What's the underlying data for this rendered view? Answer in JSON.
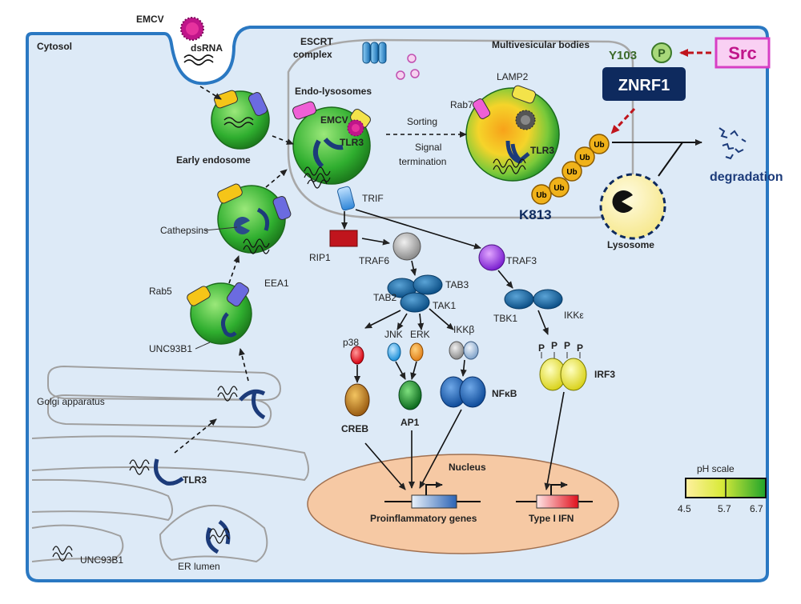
{
  "labels": {
    "cytosol": "Cytosol",
    "emcv_top": "EMCV",
    "dsrna": "dsRNA",
    "escrt": "ESCRT",
    "complex": "complex",
    "mvb": "Multivesicular bodies",
    "y103": "Y103",
    "p": "P",
    "src": "Src",
    "znrf1": "ZNRF1",
    "lamp2": "LAMP2",
    "rab7": "Rab7",
    "endolyso": "Endo-lysosomes",
    "emcv_inner": "EMCV",
    "tlr3_endo": "TLR3",
    "sorting": "Sorting",
    "signal": "Signal",
    "termination": "termination",
    "tlr3_mvb": "TLR3",
    "ub": "Ub",
    "k813": "K813",
    "degradation": "degradation",
    "lysosome": "Lysosome",
    "early_endosome": "Early endosome",
    "trif": "TRIF",
    "cathepsins": "Cathepsins",
    "rab5": "Rab5",
    "eea1": "EEA1",
    "unc93b1_top": "UNC93B1",
    "golgi": "Golgi apparatus",
    "tlr3_golgi": "TLR3",
    "unc93b1_er": "UNC93B1",
    "er_lumen": "ER lumen",
    "rip1": "RIP1",
    "traf6": "TRAF6",
    "traf3": "TRAF3",
    "tab2": "TAB2",
    "tab3": "TAB3",
    "tak1": "TAK1",
    "tbk1": "TBK1",
    "ikke": "IKKε",
    "p38": "p38",
    "jnk": "JNK",
    "erk": "ERK",
    "ikkb": "IKKβ",
    "creb": "CREB",
    "ap1": "AP1",
    "nfkb": "NFκB",
    "irf3": "IRF3",
    "p_mark": "P",
    "nucleus": "Nucleus",
    "proinflammatory": "Proinflammatory genes",
    "type1ifn": "Type I IFN",
    "ph_scale": "pH scale",
    "ph_low": "4.5",
    "ph_mid": "5.7",
    "ph_high": "6.7"
  },
  "colors": {
    "membrane": "#2a78c2",
    "cytosol_fill": "#ddeaf7",
    "vesicle_green": "#2fae2f",
    "rab_yellow": "#f5c518",
    "eea_purple": "#6b6be0",
    "lamp_yellow": "#f3e34a",
    "rab7_pink": "#ef5fd6",
    "znrf1_navy": "#0e2a5e",
    "src_pink": "#ef5fd6",
    "ub_orange": "#f0b21a",
    "nucleus_fill": "#f6c9a4",
    "arrow_red": "#c0151d"
  }
}
